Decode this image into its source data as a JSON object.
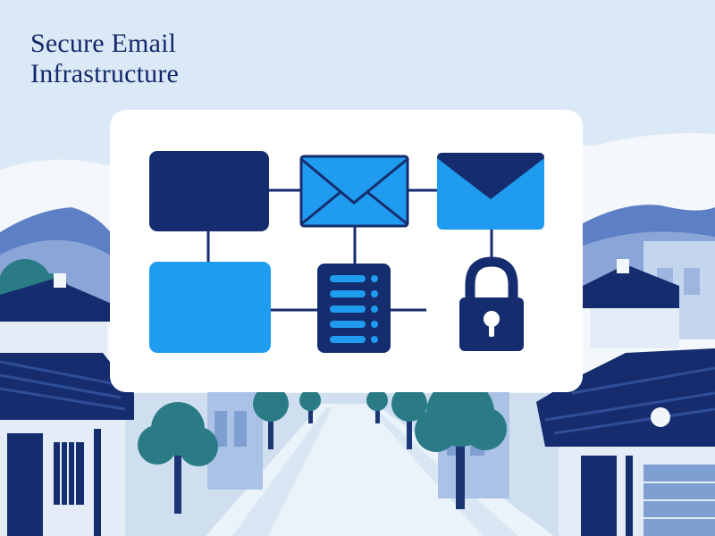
{
  "title": {
    "line1": "Secure Email",
    "line2": "Infrastructure"
  },
  "colors": {
    "sky": "#dbe8f5",
    "navy": "#152d6e",
    "bright_blue": "#1f9bf0",
    "mountain": "#5d7fc6",
    "tree": "#2a7b86",
    "card": "#ffffff"
  },
  "diagram": {
    "nodes": [
      {
        "name": "navy-block",
        "icon": "box"
      },
      {
        "name": "envelope-open-flap",
        "icon": "envelope-icon"
      },
      {
        "name": "envelope-closed",
        "icon": "mail-icon"
      },
      {
        "name": "blue-block",
        "icon": "box"
      },
      {
        "name": "server",
        "icon": "server-icon"
      },
      {
        "name": "padlock",
        "icon": "lock-icon"
      }
    ]
  }
}
